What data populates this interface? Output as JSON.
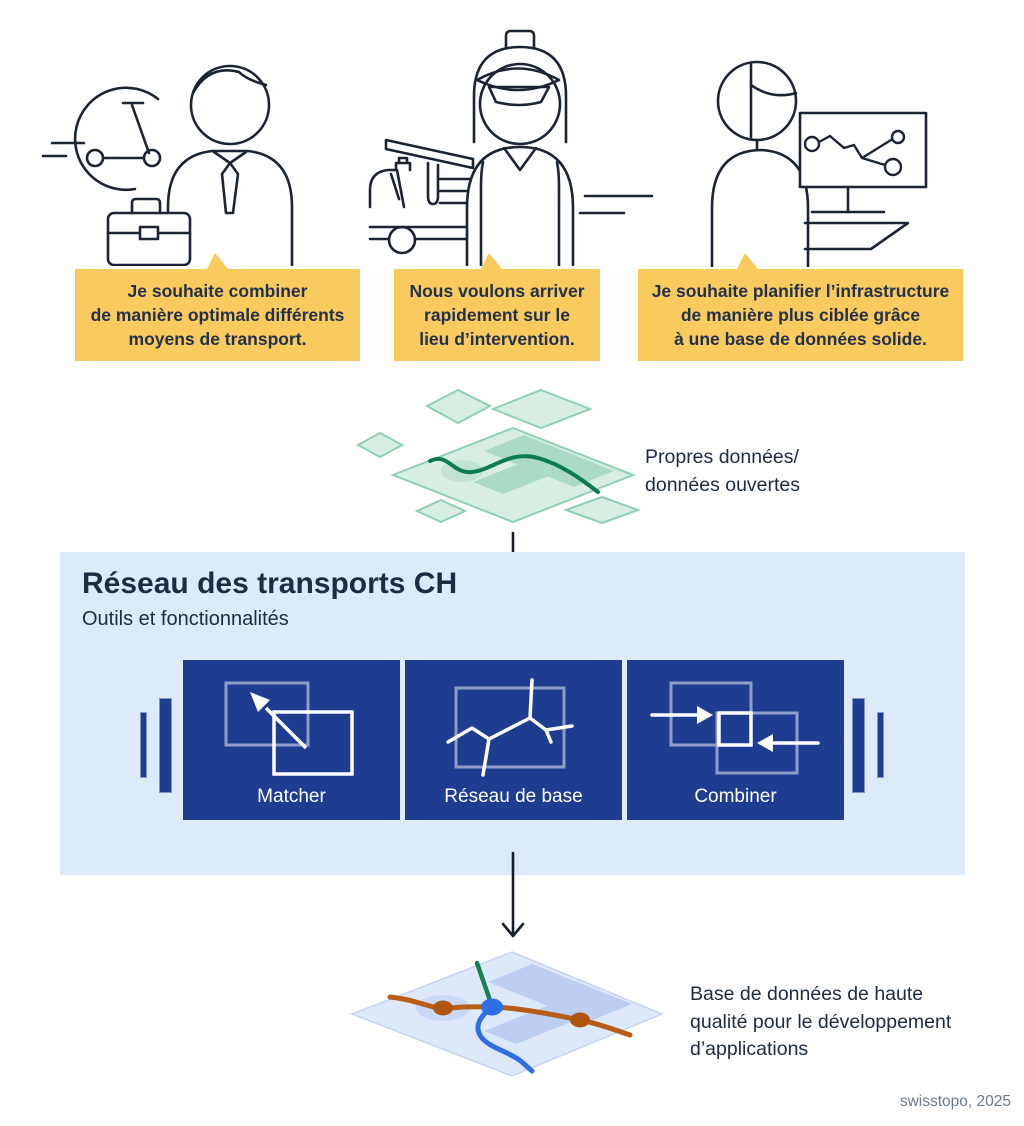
{
  "personas": [
    {
      "icon": "commuter-scooter-icon",
      "bubble_lines": [
        "Je souhaite combiner",
        "de manière optimale différents",
        "moyens de transport."
      ]
    },
    {
      "icon": "firefighter-truck-icon",
      "bubble_lines": [
        "Nous voulons arriver",
        "rapidement sur le",
        "lieu d’intervention."
      ]
    },
    {
      "icon": "planner-monitor-icon",
      "bubble_lines": [
        "Je souhaite planifier l’infrastructure",
        "de manière plus ciblée grâce",
        "à une base de données solide."
      ]
    }
  ],
  "input_data": {
    "icon": "map-layers-icon",
    "label_lines": [
      "Propres données/",
      "données ouvertes"
    ]
  },
  "process_box": {
    "title": "Réseau des transports CH",
    "subtitle": "Outils et fonctionnalités",
    "tiles": [
      {
        "label": "Matcher",
        "icon": "matcher-icon"
      },
      {
        "label": "Réseau de base",
        "icon": "base-network-icon"
      },
      {
        "label": "Combiner",
        "icon": "combiner-icon"
      }
    ]
  },
  "output_data": {
    "icon": "result-map-icon",
    "label_lines": [
      "Base de données de haute",
      "qualité pour le développement",
      "d’applications"
    ]
  },
  "credit": "swisstopo, 2025",
  "colors": {
    "bubble_yellow": "#f9ca5e",
    "navy_text": "#1e2a44",
    "line_art": "#1b2433",
    "panel_light_blue": "#dceafa",
    "tile_blue": "#1e3c90",
    "muted_icon_stroke": "#8f9ec8",
    "green_fill": "#d7eee3",
    "green_stroke": "#8fcfb4",
    "green_route": "#0c7b51",
    "map_fill": "#dde9fb",
    "map_overlay": "#bccef2",
    "route_orange": "#b85d16",
    "route_blue": "#2e6fe2",
    "route_green": "#19804e",
    "credit_gray": "#6a7890"
  }
}
